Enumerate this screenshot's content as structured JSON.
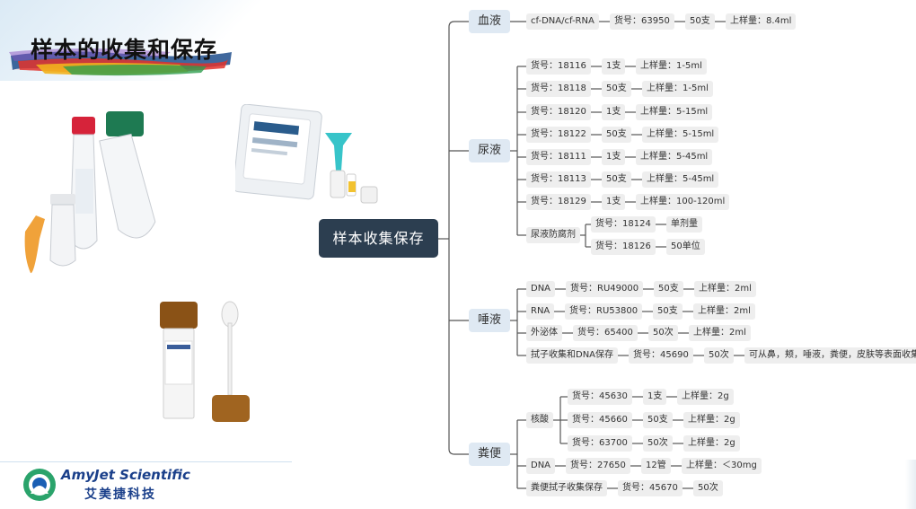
{
  "title": "样本的收集和保存",
  "logo": {
    "en": "AmyJet Scientific",
    "cn": "艾美捷科技"
  },
  "root": "样本收集保存",
  "categories": {
    "blood": "血液",
    "urine": "尿液",
    "saliva": "唾液",
    "feces": "粪便"
  },
  "blood": [
    "cf-DNA/cf-RNA",
    "货号：63950",
    "50支",
    "上样量：8.4ml"
  ],
  "urine": [
    [
      "货号：18116",
      "1支",
      "上样量：1-5ml"
    ],
    [
      "货号：18118",
      "50支",
      "上样量：1-5ml"
    ],
    [
      "货号：18120",
      "1支",
      "上样量：5-15ml"
    ],
    [
      "货号：18122",
      "50支",
      "上样量：5-15ml"
    ],
    [
      "货号：18111",
      "1支",
      "上样量：5-45ml"
    ],
    [
      "货号：18113",
      "50支",
      "上样量：5-45ml"
    ],
    [
      "货号：18129",
      "1支",
      "上样量：100-120ml"
    ]
  ],
  "urine_preservative": {
    "label": "尿液防腐剂",
    "items": [
      [
        "货号：18124",
        "单剂量"
      ],
      [
        "货号：18126",
        "50单位"
      ]
    ]
  },
  "saliva": [
    [
      "DNA",
      "货号：RU49000",
      "50支",
      "上样量：2ml"
    ],
    [
      "RNA",
      "货号：RU53800",
      "50支",
      "上样量：2ml"
    ],
    [
      "外泌体",
      "货号：65400",
      "50次",
      "上样量：2ml"
    ],
    [
      "拭子收集和DNA保存",
      "货号：45690",
      "50次",
      "可从鼻，颊，唾液，粪便，皮肤等表面收集"
    ]
  ],
  "feces": {
    "nucleic": {
      "label": "核酸",
      "items": [
        [
          "货号：45630",
          "1支",
          "上样量：2g"
        ],
        [
          "货号：45660",
          "50支",
          "上样量：2g"
        ],
        [
          "货号：63700",
          "50次",
          "上样量：2g"
        ]
      ]
    },
    "dna": [
      "DNA",
      "货号：27650",
      "12管",
      "上样量：＜30mg"
    ],
    "swab": [
      "粪便拭子收集保存",
      "货号：45670",
      "50次"
    ]
  },
  "icons": [
    "brush-stroke-decoration",
    "tube-photo",
    "collection-kit-photo",
    "preservation-tube-photo",
    "amyjet-logo-icon"
  ],
  "colors": {
    "root_bg": "#2c3e50",
    "category_bg": "#dfe9f3",
    "leaf_bg": "#eeeeee",
    "line": "#555555",
    "logo": "#1a3f8a"
  }
}
